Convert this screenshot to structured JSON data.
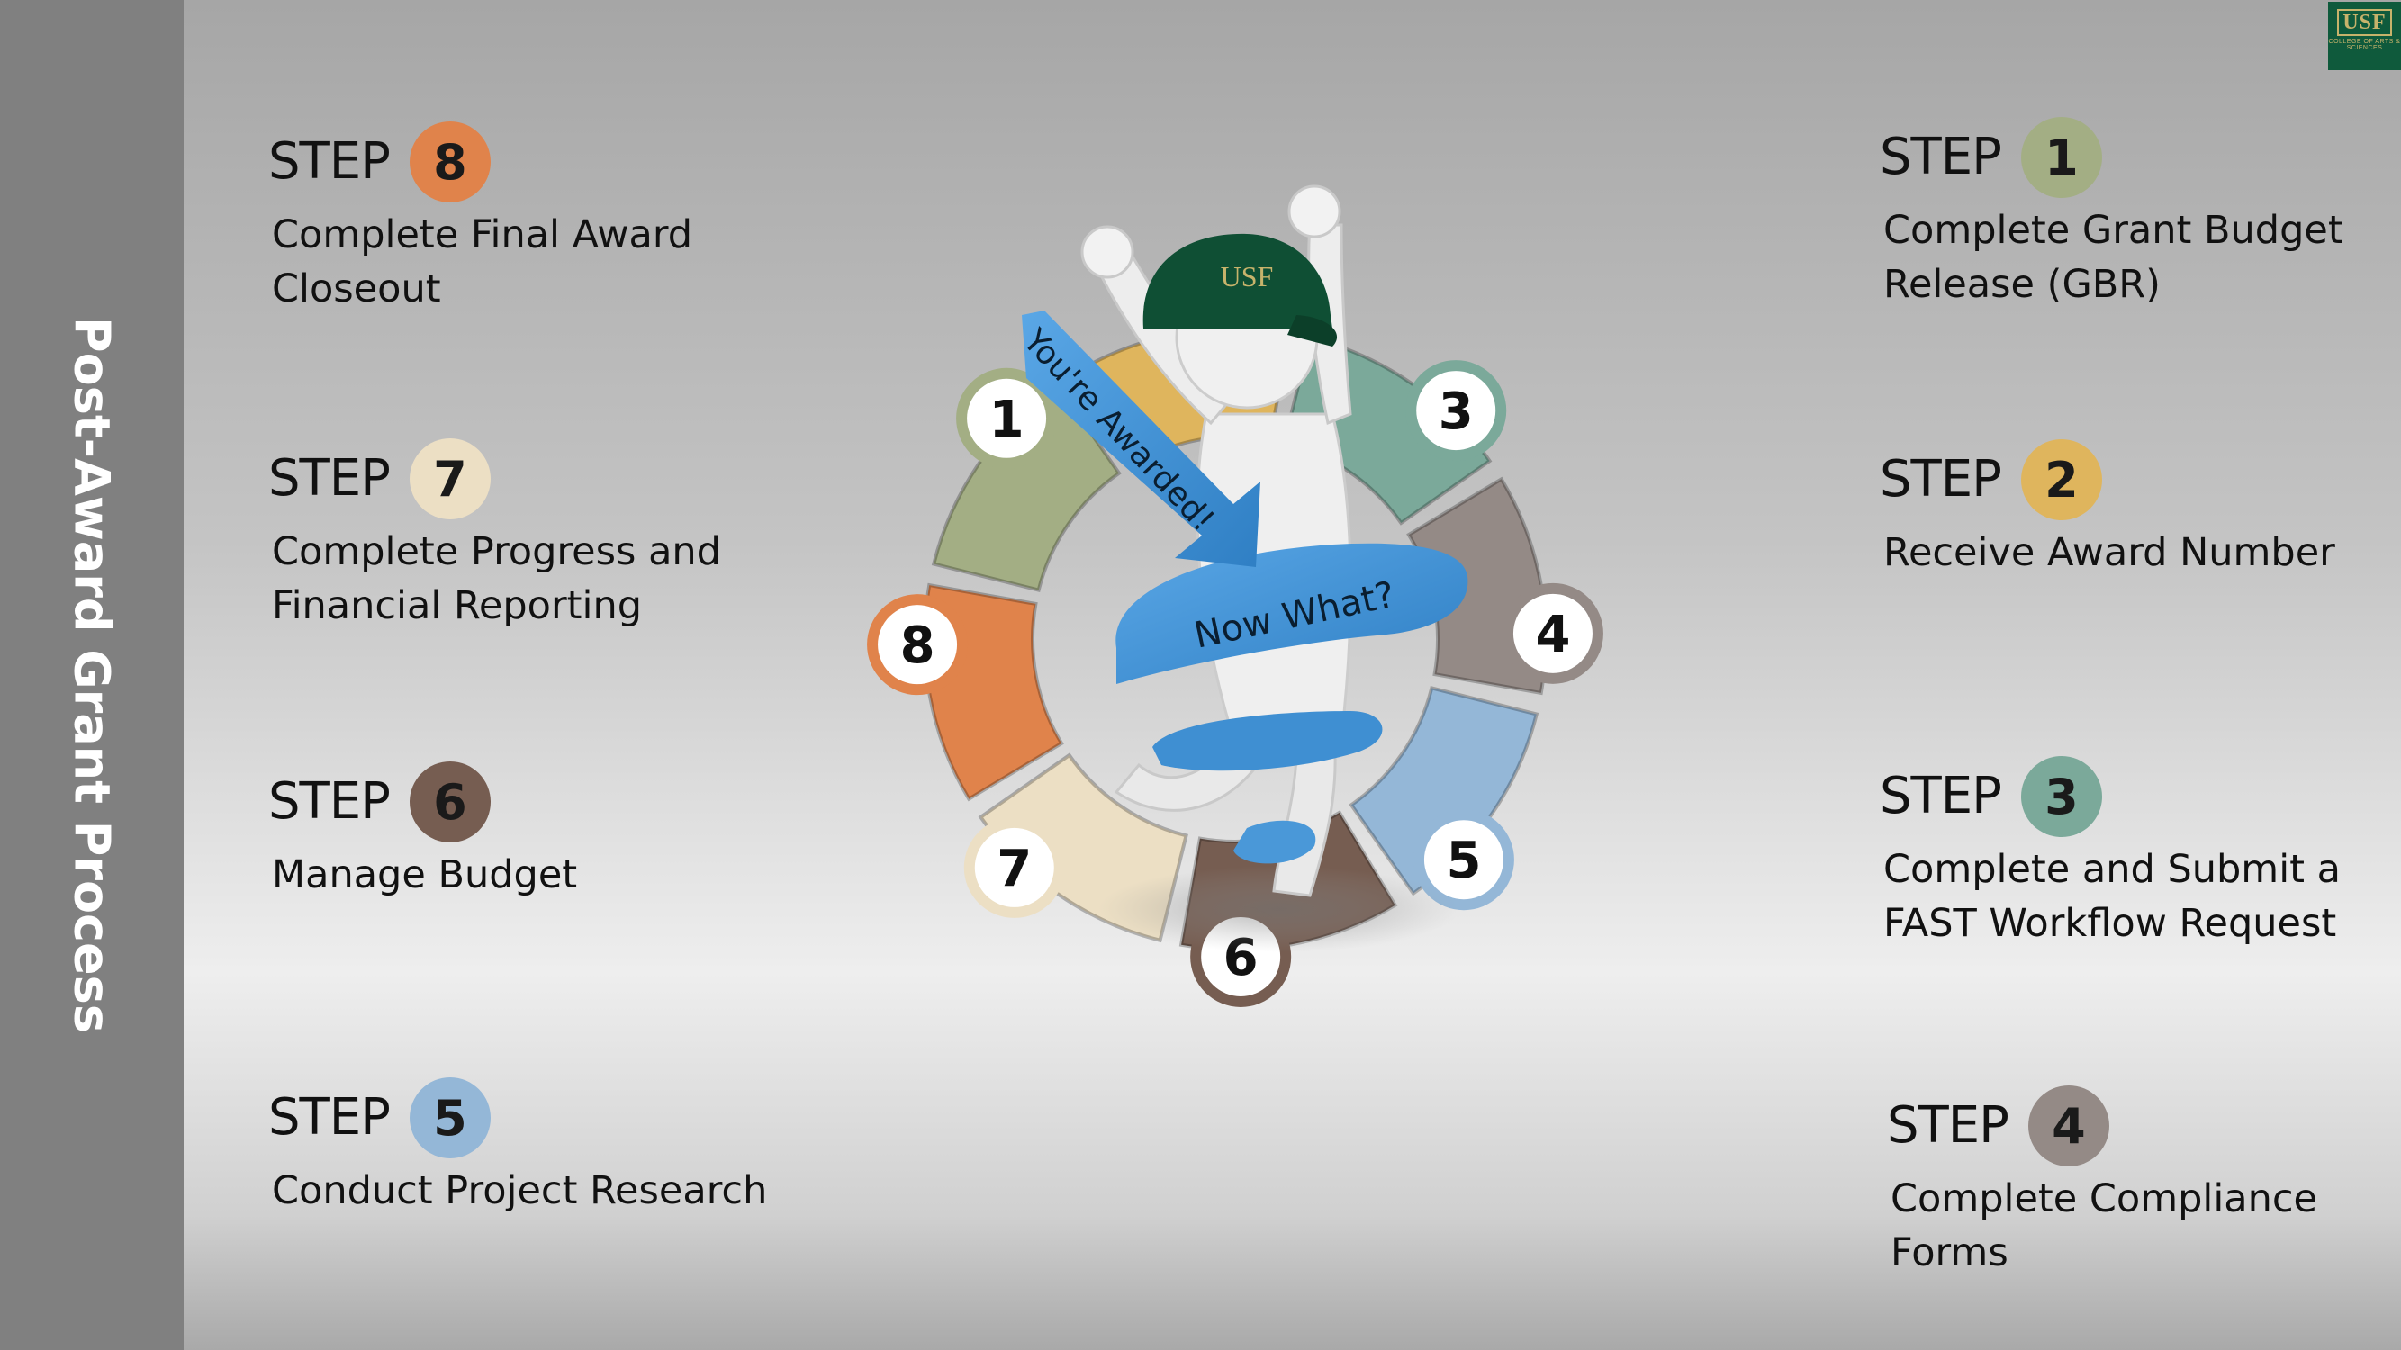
{
  "sidebar": {
    "title": "Post-Award Grant Process"
  },
  "logo": {
    "text": "USF",
    "subtext": "COLLEGE OF ARTS & SCIENCES"
  },
  "figure": {
    "arrow_text": "You're Awarded!",
    "ribbon_text": "Now What?",
    "cap_text": "USF"
  },
  "step_word": "STEP",
  "steps": [
    {
      "number": "1",
      "description": "Complete Grant Budget\nRelease (GBR)",
      "color": "#a3ae84"
    },
    {
      "number": "2",
      "description": "Receive Award Number",
      "color": "#dfb55d"
    },
    {
      "number": "3",
      "description": "Complete and Submit a\nFAST Workflow Request",
      "color": "#7ba99a"
    },
    {
      "number": "4",
      "description": "Complete Compliance\nForms",
      "color": "#948a86"
    },
    {
      "number": "5",
      "description": "Conduct Project Research",
      "color": "#94b7d7"
    },
    {
      "number": "6",
      "description": "Manage Budget",
      "color": "#765d51"
    },
    {
      "number": "7",
      "description": "Complete Progress and\nFinancial Reporting",
      "color": "#ecdfc4"
    },
    {
      "number": "8",
      "description": "Complete Final Award\nCloseout",
      "color": "#e0834b"
    }
  ]
}
